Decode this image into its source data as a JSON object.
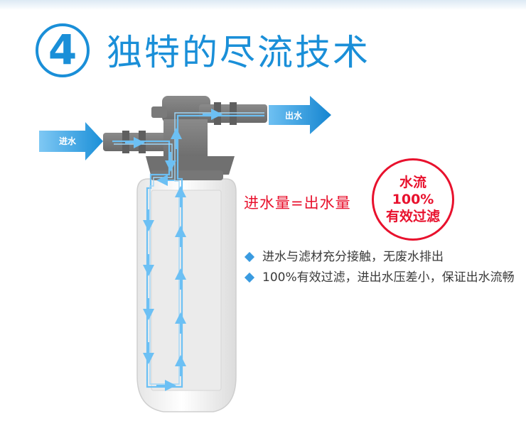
{
  "header": {
    "step_number": "4",
    "title": "独特的尽流技术"
  },
  "diagram": {
    "inlet_label": "进水",
    "outlet_label": "出水"
  },
  "equation": "进水量=出水量",
  "seal": {
    "line1": "水流",
    "line2": "100%",
    "line3": "有效过滤"
  },
  "features": [
    {
      "text": "进水与滤材充分接触，无废水排出"
    },
    {
      "text": "100%有效过滤，进出水压差小，保证出水流畅"
    }
  ],
  "colors": {
    "accent_blue": "#1a8fd8",
    "flow_blue": "#5ab8f0",
    "red": "#e8112d"
  }
}
